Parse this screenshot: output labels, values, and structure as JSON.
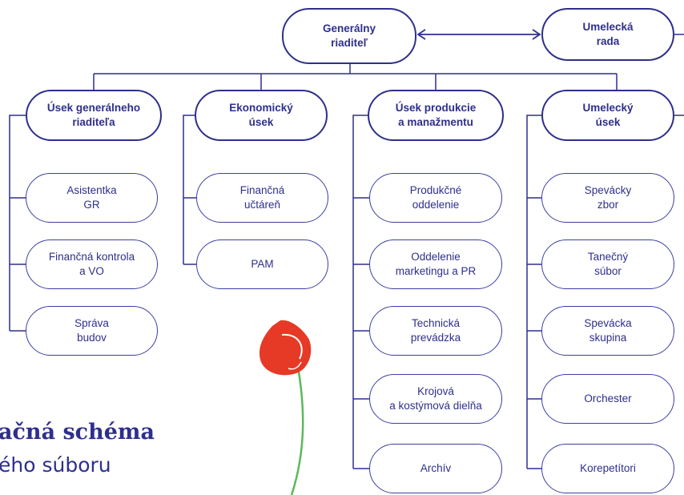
{
  "colors": {
    "primary": "#2e2f8c",
    "flower_red": "#e63a26",
    "stem_green": "#5cb85c"
  },
  "top": {
    "director": "Generálny\nriaditeľ",
    "art_council": "Umelecká\nrada"
  },
  "columns": [
    {
      "name": "Úsek generálneho\nriaditeľa",
      "items": [
        "Asistentka\nGR",
        "Finančná kontrola\na VO",
        "Správa\nbudov"
      ]
    },
    {
      "name": "Ekonomický\núsek",
      "items": [
        "Finančná\nučtáreň",
        "PAM"
      ]
    },
    {
      "name": "Úsek produkcie\na manažmentu",
      "items": [
        "Produkčné\noddelenie",
        "Oddelenie\nmarketingu a PR",
        "Technická\nprevádzka",
        "Krojová\na kostýmová dielňa",
        "Archív"
      ]
    },
    {
      "name": "Umelecký\núsek",
      "items": [
        "Spevácky\nzbor",
        "Tanečný\nsúbor",
        "Spevácka\nskupina",
        "Orchester",
        "Korepetítori"
      ]
    }
  ],
  "title": {
    "line1": "ačná schéma",
    "line2": "ého súboru"
  },
  "icons": {
    "arrow": "double-arrow-icon",
    "flower": "poppy-flower-icon"
  }
}
